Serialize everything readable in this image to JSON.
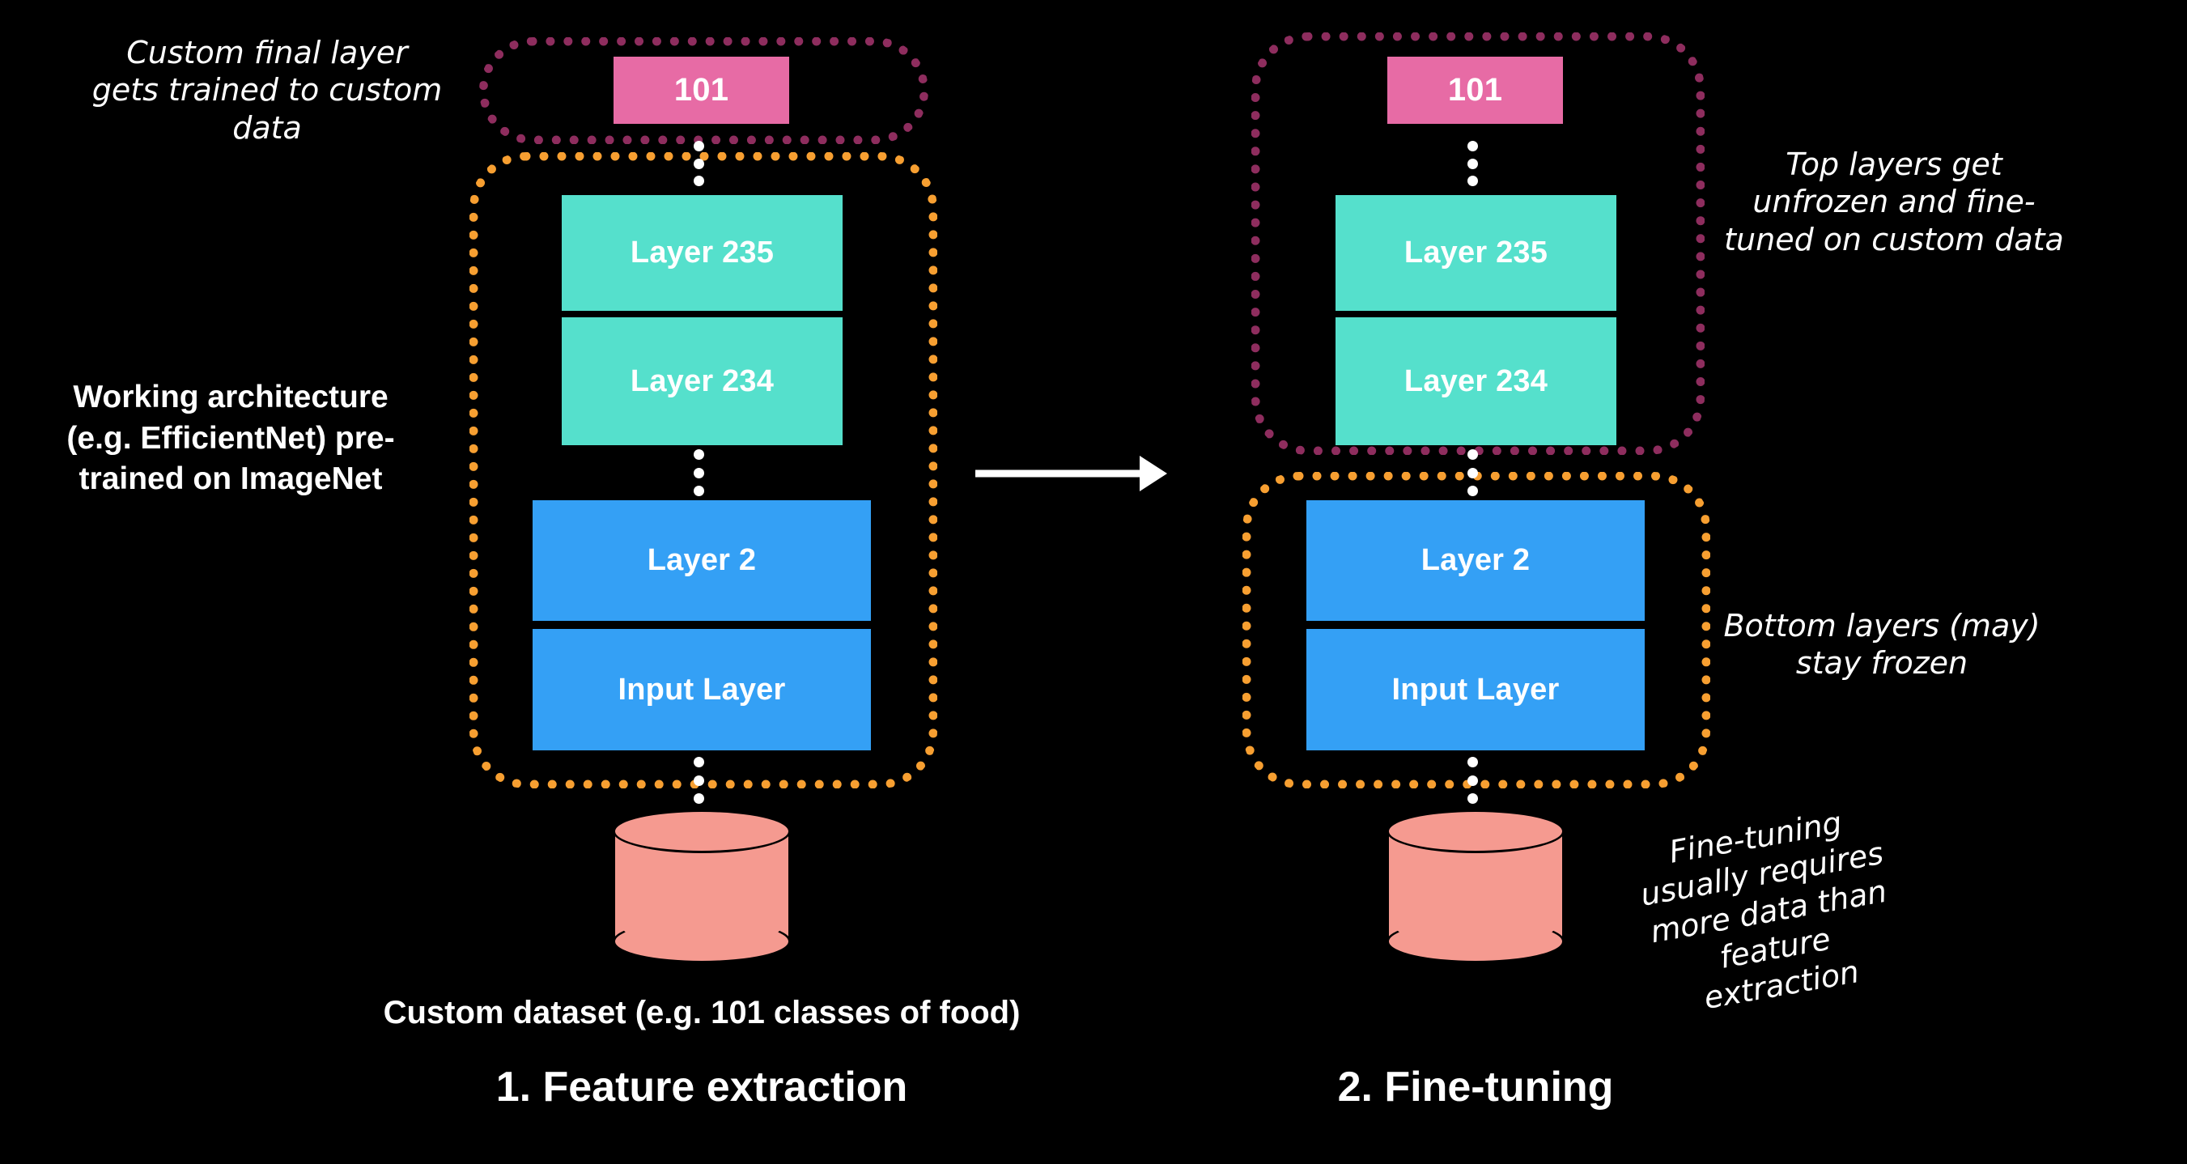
{
  "diagram": {
    "title_left": "1. Feature extraction",
    "title_right": "2. Fine-tuning",
    "dataset_caption": "Custom dataset (e.g. 101 classes of food)",
    "colors": {
      "background": "#000000",
      "output_layer": "#E76BA5",
      "top_layers": "#55E0CC",
      "bottom_layers": "#34A0F5",
      "dataset_cylinder": "#F59A90",
      "trainable_outline": "#8E2D5E",
      "frozen_outline": "#F79F31",
      "arrow": "#FFFFFF",
      "text": "#FFFFFF"
    }
  },
  "annotations": {
    "left_top": "Custom final layer gets trained to custom data",
    "left_middle": "Working architecture (e.g. EfficientNet) pre-trained on ImageNet",
    "right_top": "Top layers get unfrozen and fine-tuned on custom data",
    "right_middle": "Bottom layers (may) stay frozen",
    "right_bottom": "Fine-tuning usually requires more data than feature extraction"
  },
  "columns": [
    {
      "id": "feature-extraction",
      "title": "1. Feature extraction",
      "trainable_group_label": "trainable-output-group",
      "frozen_group_label": "frozen-base-group",
      "layers": [
        {
          "id": "output",
          "label": "101",
          "color": "#E76BA5",
          "group": "trainable"
        },
        {
          "id": "layer-235",
          "label": "Layer 235",
          "color": "#55E0CC",
          "group": "frozen"
        },
        {
          "id": "layer-234",
          "label": "Layer 234",
          "color": "#55E0CC",
          "group": "frozen"
        },
        {
          "id": "layer-2",
          "label": "Layer 2",
          "color": "#34A0F5",
          "group": "frozen"
        },
        {
          "id": "input-layer",
          "label": "Input Layer",
          "color": "#34A0F5",
          "group": "frozen"
        }
      ],
      "dataset": "Custom dataset (e.g. 101 classes of food)"
    },
    {
      "id": "fine-tuning",
      "title": "2. Fine-tuning",
      "trainable_group_label": "unfrozen-top-group",
      "frozen_group_label": "frozen-bottom-group",
      "layers": [
        {
          "id": "output",
          "label": "101",
          "color": "#E76BA5",
          "group": "trainable"
        },
        {
          "id": "layer-235",
          "label": "Layer 235",
          "color": "#55E0CC",
          "group": "trainable"
        },
        {
          "id": "layer-234",
          "label": "Layer 234",
          "color": "#55E0CC",
          "group": "trainable"
        },
        {
          "id": "layer-2",
          "label": "Layer 2",
          "color": "#34A0F5",
          "group": "frozen"
        },
        {
          "id": "input-layer",
          "label": "Input Layer",
          "color": "#34A0F5",
          "group": "frozen"
        }
      ]
    }
  ]
}
